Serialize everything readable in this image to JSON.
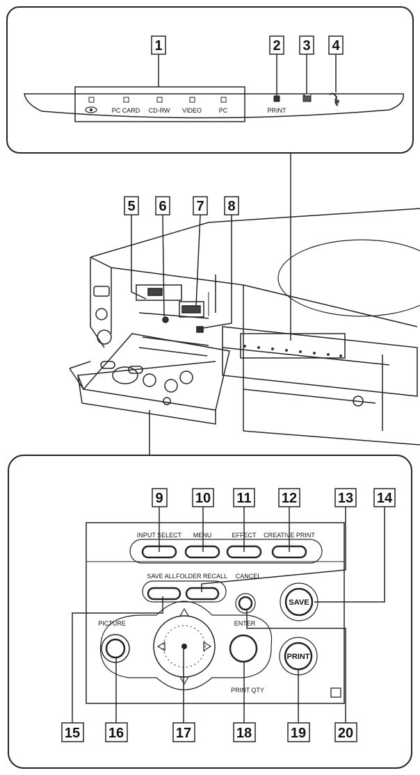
{
  "top_panel": {
    "indicators": [
      "PC CARD",
      "CD-RW",
      "VIDEO",
      "PC"
    ],
    "print_label": "PRINT"
  },
  "callouts": [
    "1",
    "2",
    "3",
    "4",
    "5",
    "6",
    "7",
    "8",
    "9",
    "10",
    "11",
    "12",
    "13",
    "14",
    "15",
    "16",
    "17",
    "18",
    "19",
    "20"
  ],
  "control_panel": {
    "top_row": [
      "INPUT SELECT",
      "MENU",
      "EFFECT",
      "CREATIVE PRINT"
    ],
    "save_all": "SAVE ALL",
    "folder_recall": "FOLDER RECALL",
    "cancel": "CANCEL",
    "save": "SAVE",
    "picture": "PICTURE",
    "enter": "ENTER",
    "print_qty": "PRINT QTY",
    "print": "PRINT"
  }
}
